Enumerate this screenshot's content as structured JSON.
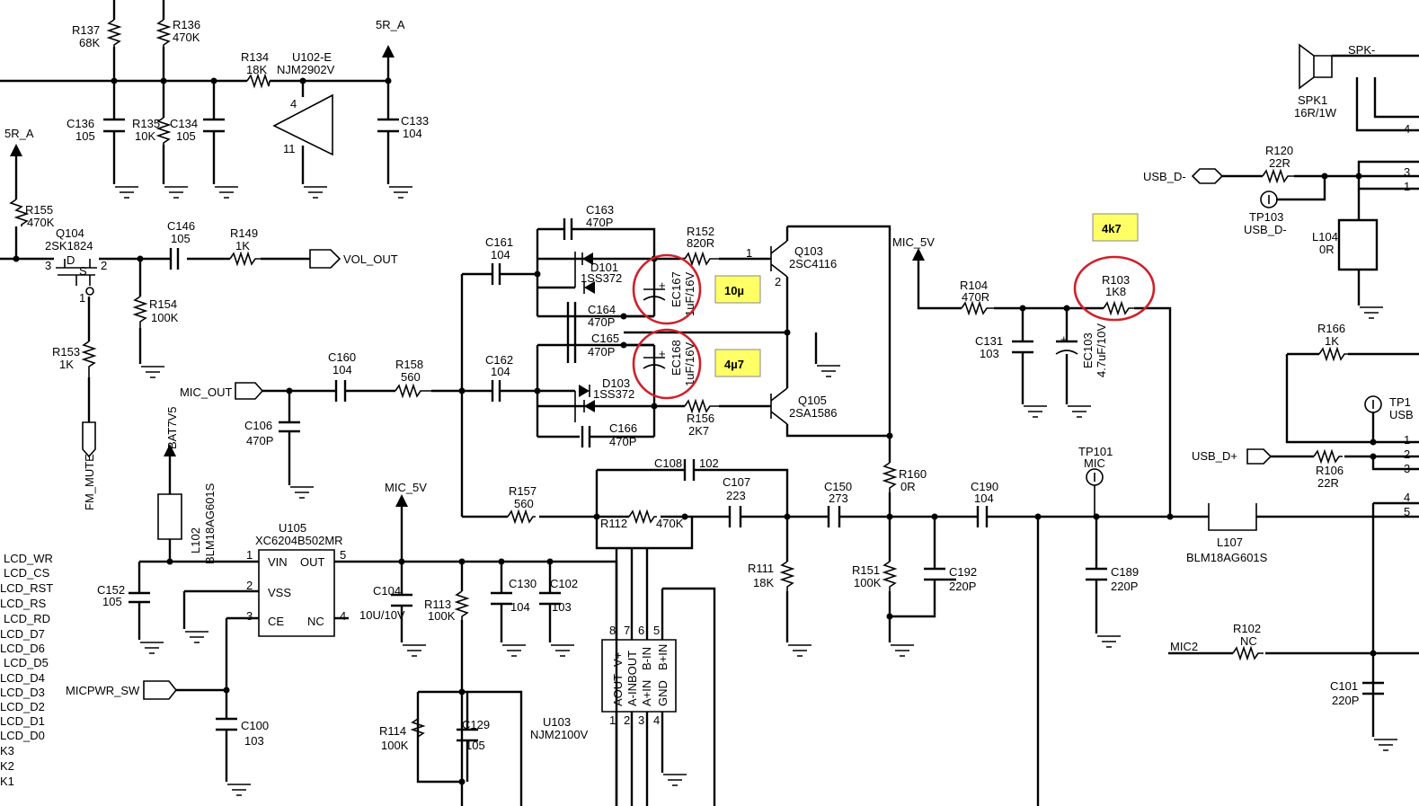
{
  "labels": {
    "r137": "R137",
    "r137_v": "68K",
    "r136": "R136",
    "r136_v": "470K",
    "r134": "R134",
    "r134_v": "18K",
    "u102": "U102-E",
    "u102_v": "NJM2902V",
    "u102_p4": "4",
    "u102_p11": "11",
    "rail_5ra_top": "5R_A",
    "c136": "C136",
    "c136_v": "105",
    "r135": "R135",
    "r135_v": "10K",
    "c134": "C134",
    "c134_v": "105",
    "c133": "C133",
    "c133_v": "104",
    "rail_5ra_left": "5R_A",
    "r155": "R155",
    "r155_v": "470K",
    "q104": "Q104",
    "q104_v": "2SK1824",
    "q104_p3": "3",
    "q104_p2": "2",
    "q104_pd": "D",
    "q104_ps": "S",
    "q104_p1": "1",
    "c146": "C146",
    "c146_v": "105",
    "r149": "R149",
    "r149_v": "1K",
    "vol_out": "VOL_OUT",
    "r154": "R154",
    "r154_v": "100K",
    "r153": "R153",
    "r153_v": "1K",
    "fm_mute": "FM_MUTE",
    "c163": "C163",
    "c163_v": "470P",
    "c161": "C161",
    "c161_v": "104",
    "d101": "D101",
    "d101_v": "1SS372",
    "ec167": "EC167",
    "ec167_v": "1uF/16V",
    "r152": "R152",
    "r152_v": "820R",
    "q103": "Q103",
    "q103_v": "2SC4116",
    "q103_p1": "1",
    "q103_p2": "2",
    "c164": "C164",
    "c164_v": "470P",
    "c165": "C165",
    "c165_v": "470P",
    "c162": "C162",
    "c162_v": "104",
    "d103": "D103",
    "d103_v": "1SS372",
    "ec168": "EC168",
    "ec168_v": "1uF/16V",
    "r156": "R156",
    "r156_v": "2K7",
    "q105": "Q105",
    "q105_v": "2SA1586",
    "c166": "C166",
    "c166_v": "470P",
    "mic_out": "MIC_OUT",
    "c160": "C160",
    "c160_v": "104",
    "r158": "R158",
    "r158_v": "560",
    "c106": "C106",
    "c106_v": "470P",
    "bat": "BAT7V5",
    "l102": "L102",
    "l102_v": "BLM18AG601S",
    "u105": "U105",
    "u105_v": "XC6204B502MR",
    "vin": "VIN",
    "out": "OUT",
    "vss": "VSS",
    "ce": "CE",
    "nc": "NC",
    "u105_p1": "1",
    "u105_p2": "2",
    "u105_p3": "3",
    "u105_p4": "4",
    "u105_p5": "5",
    "c152": "C152",
    "c152_v": "105",
    "mic_5v_mid": "MIC_5V",
    "c104": "C104",
    "c104_v": "10U/10V",
    "r113": "R113",
    "r113_v": "100K",
    "c130": "C130",
    "c130_v": "104",
    "c102": "C102",
    "c102_v": "103",
    "micpwr_sw": "MICPWR_SW",
    "c100": "C100",
    "c100_v": "103",
    "r114": "R114",
    "r114_v": "100K",
    "c129": "C129",
    "c129_v": "105",
    "u103": "U103",
    "u103_v": "NJM2100V",
    "u103_aout": "AOUT",
    "u103_ainb": "A-INBOUT",
    "u103_ain": "A+IN",
    "u103_gnd": "GND",
    "u103_v_plus": "V+",
    "u103_bin_minus": "B-IN",
    "u103_bin_plus": "B+IN",
    "u103_p8": "8",
    "u103_p7": "7",
    "u103_p6": "6",
    "u103_p5": "5",
    "u103_p1": "1",
    "u103_p2": "2",
    "u103_p3": "3",
    "u103_p4": "4",
    "c108": "C108",
    "c108_v": "102",
    "c107": "C107",
    "c107_v": "223",
    "r157": "R157",
    "r157_v": "560",
    "r112": "R112",
    "r112_v": "470K",
    "r111": "R111",
    "r111_v": "18K",
    "c150": "C150",
    "c150_v": "273",
    "r160": "R160",
    "r160_v": "0R",
    "c190": "C190",
    "c190_v": "104",
    "r151": "R151",
    "r151_v": "100K",
    "c192": "C192",
    "c192_v": "220P",
    "mic_5v_right": "MIC_5V",
    "r104": "R104",
    "r104_v": "470R",
    "c131": "C131",
    "c131_v": "103",
    "ec103": "EC103",
    "ec103_v": "4.7uF/10V",
    "r103": "R103",
    "r103_v": "1K8",
    "tp101": "TP101",
    "tp101_v": "MIC",
    "c189": "C189",
    "c189_v": "220P",
    "l107": "L107",
    "l107_v": "BLM18AG601S",
    "spk_minus": "SPK-",
    "spk1": "SPK1",
    "spk1_v": "16R/1W",
    "r120": "R120",
    "r120_v": "22R",
    "usb_dm": "USB_D-",
    "tp103": "TP103",
    "tp103_v": "USB_D-",
    "l104": "L104",
    "l104_v": "0R",
    "r166": "R166",
    "r166_v": "1K",
    "tp1_part": "TP1",
    "usb_part": "USB",
    "usb_dp": "USB_D+",
    "r106": "R106",
    "r106_v": "22R",
    "r102": "R102",
    "r102_v": "NC",
    "mic2": "MIC2",
    "c101": "C101",
    "c101_v": "220P",
    "conn_p4": "4",
    "conn_p3": "3",
    "conn_p1": "1",
    "conn_p2": "2",
    "conn_p5": "5",
    "lcd_wr": "LCD_WR",
    "lcd_cs": "LCD_CS",
    "lcd_rst": "LCD_RST",
    "lcd_rs": "LCD_RS",
    "lcd_rd": "LCD_RD",
    "lcd_d7": "LCD_D7",
    "lcd_d6": "LCD_D6",
    "lcd_d5": "LCD_D5",
    "lcd_d4": "LCD_D4",
    "lcd_d3": "LCD_D3",
    "lcd_d2": "LCD_D2",
    "lcd_d1": "LCD_D1",
    "lcd_d0": "LCD_D0",
    "k3": "K3",
    "k2": "K2",
    "k1": "K1",
    "plus_sign": "+"
  },
  "notes": {
    "note_10u": "10µ",
    "note_4u7": "4µ7",
    "note_4k7": "4k7"
  },
  "colors": {
    "highlight_ring": "#d0202a",
    "note_fill": "#ffff66"
  }
}
